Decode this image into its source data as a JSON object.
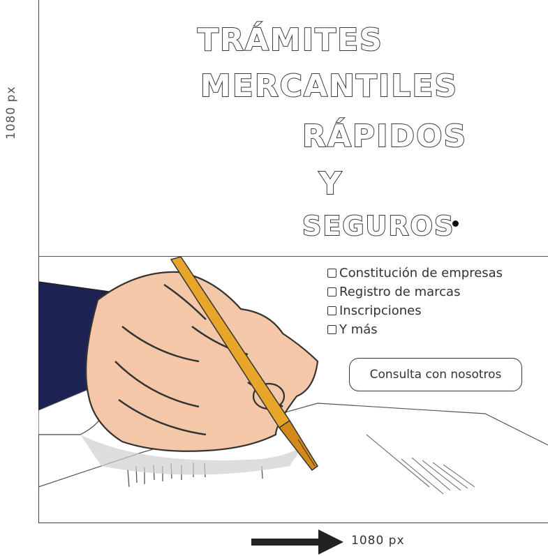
{
  "dimension_labels": {
    "height": "1080 px",
    "width": "1080 px"
  },
  "headline": {
    "line1": "TRÁMITES",
    "line2": "MERCANTILES",
    "line3": "RÁPIDOS",
    "line4": "Y",
    "line5": "SEGUROS"
  },
  "services": [
    {
      "label": "Constitución de empresas"
    },
    {
      "label": "Registro de marcas"
    },
    {
      "label": "Inscripciones"
    },
    {
      "label": "Y más"
    }
  ],
  "cta": {
    "label": "Consulta con nosotros"
  },
  "colors": {
    "skin": "#f3c7a8",
    "sleeve": "#1c2354",
    "pen": "#e7a52a",
    "outline": "#333333"
  },
  "icons": [
    "checkbox-icon",
    "arrow-right-icon",
    "hand-writing-illustration"
  ]
}
